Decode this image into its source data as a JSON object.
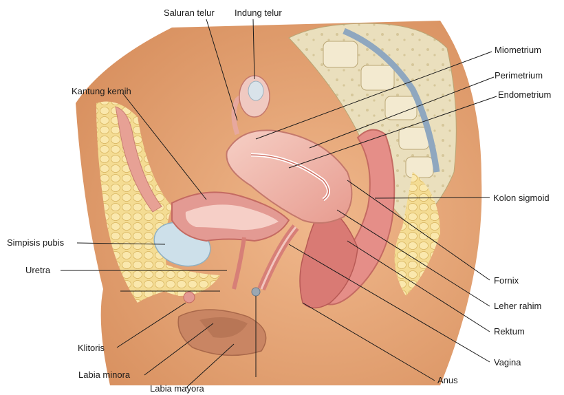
{
  "labels": {
    "saluran_telur": "Saluran telur",
    "indung_telur": "Indung telur",
    "miometrium": "Miometrium",
    "perimetrium": "Perimetrium",
    "endometrium": "Endometrium",
    "kantung_kemih": "Kantung kemih",
    "kolon_sigmoid": "Kolon sigmoid",
    "simpisis_pubis": "Simpisis pubis",
    "uretra": "Uretra",
    "fornix": "Fornix",
    "leher_rahim": "Leher rahim",
    "rektum": "Rektum",
    "klitoris": "Klitoris",
    "vagina": "Vagina",
    "labia_minora": "Labia minora",
    "anus": "Anus",
    "labia_mayora": "Labia mayora"
  },
  "colors": {
    "skin": "#e7a77a",
    "fat": "#f3d98f",
    "muscle": "#e89a93",
    "uterus": "#f1b7ad",
    "uterus_wall": "#d98376",
    "bone": "#e9dcb5",
    "bladder": "#cfe1ea",
    "line": "#1a1a1a"
  }
}
